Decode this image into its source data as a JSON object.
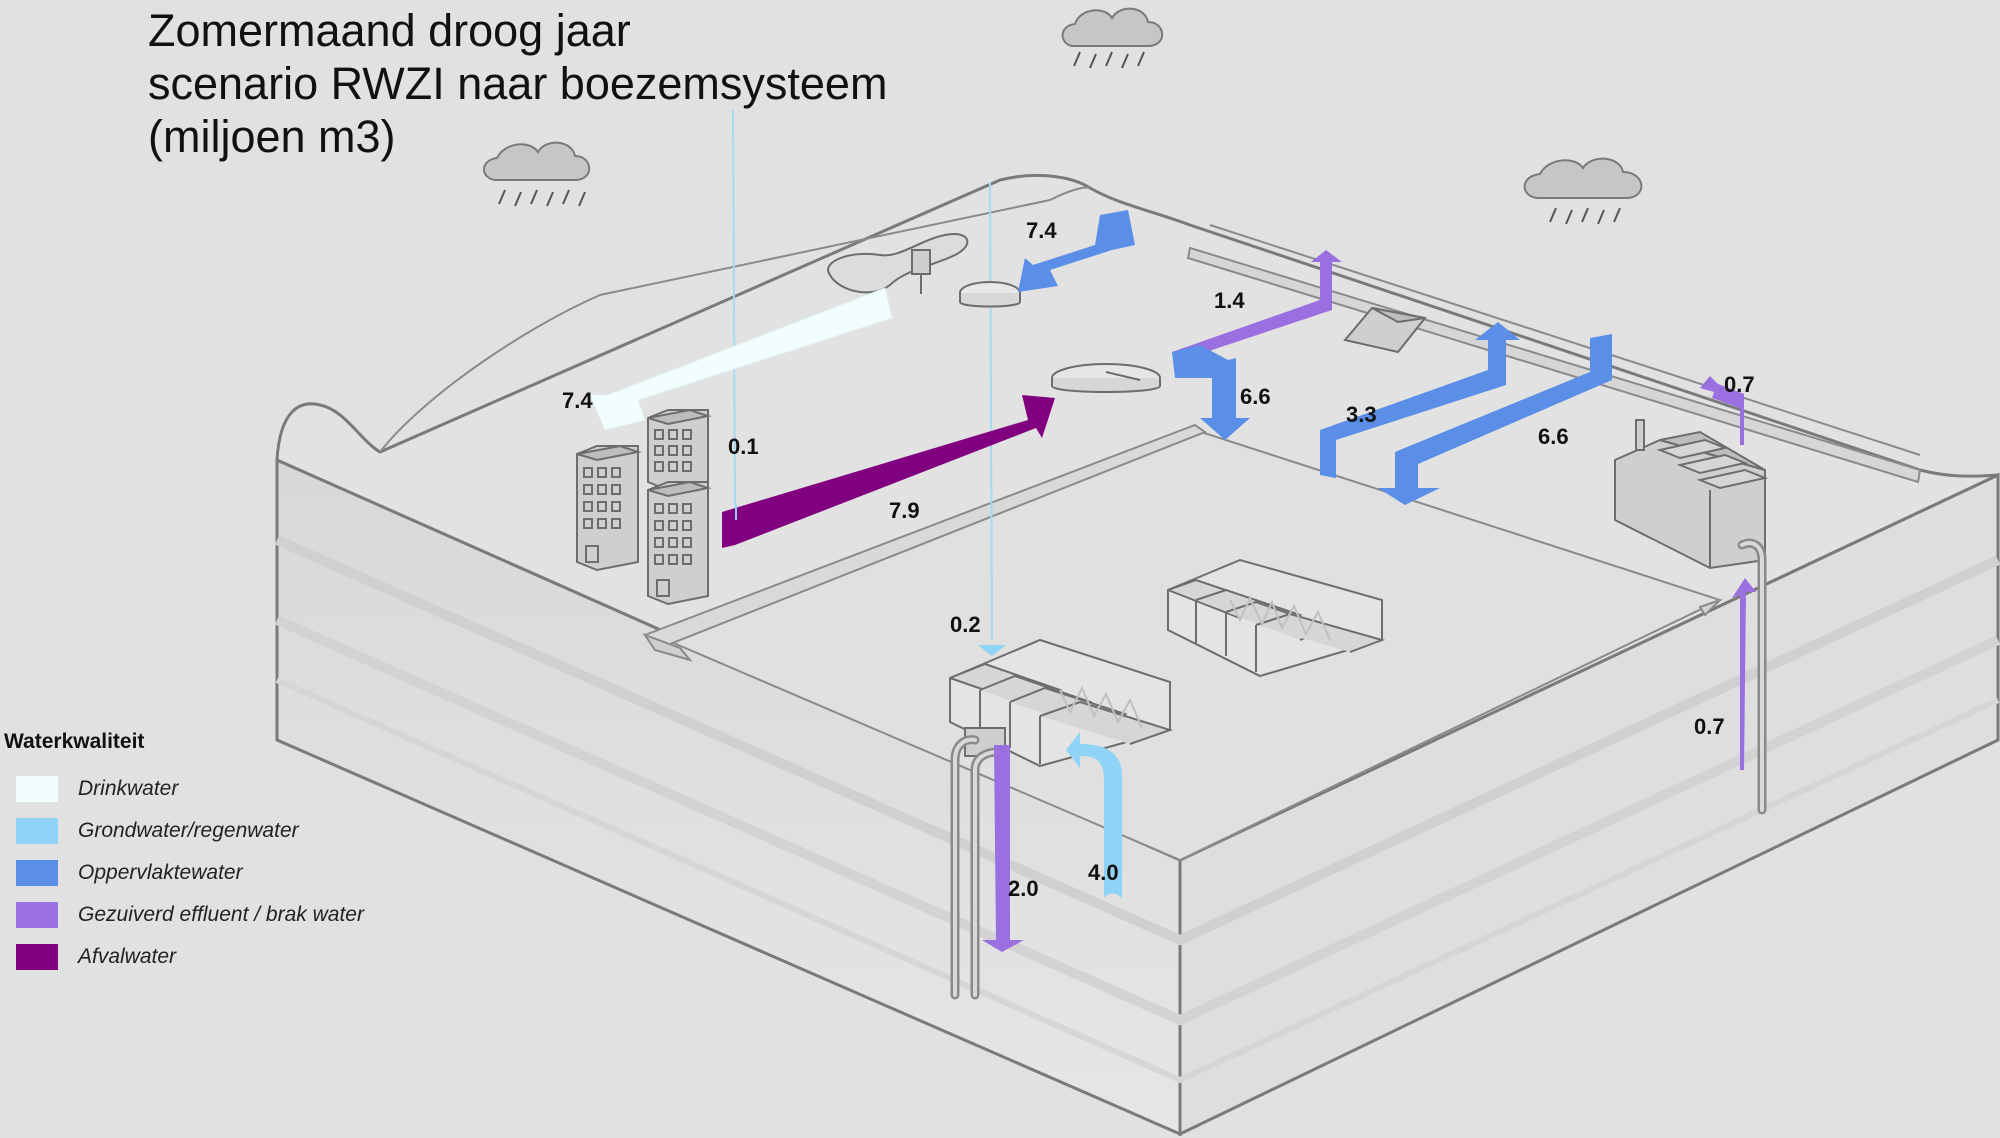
{
  "title": {
    "line1": "Zomermaand droog jaar",
    "line2": "scenario RWZI naar boezemsysteem",
    "line3": "(miljoen m3)"
  },
  "legend": {
    "title": "Waterkwaliteit",
    "items": [
      {
        "label": "Drinkwater",
        "color": "#f2fdfd"
      },
      {
        "label": "Grondwater/regenwater",
        "color": "#8fd3f6"
      },
      {
        "label": "Oppervlaktewater",
        "color": "#5b8ee6"
      },
      {
        "label": "Gezuiverd effluent / brak water",
        "color": "#9a6fe0"
      },
      {
        "label": "Afvalwater",
        "color": "#800080"
      }
    ]
  },
  "flows": {
    "surface_to_treatment": "7.4",
    "drinkwater_to_city": "7.4",
    "groundwater_small": "0.1",
    "afvalwater_to_rwzi": "7.9",
    "effluent_to_boezem": "1.4",
    "surface_down": "6.6",
    "surface_branch": "3.3",
    "surface_main": "6.6",
    "industry_effluent": "0.7",
    "industry_groundwater": "0.7",
    "rain_to_greenhouse": "0.2",
    "greenhouse_effluent": "2.0",
    "greenhouse_groundwater": "4.0"
  }
}
